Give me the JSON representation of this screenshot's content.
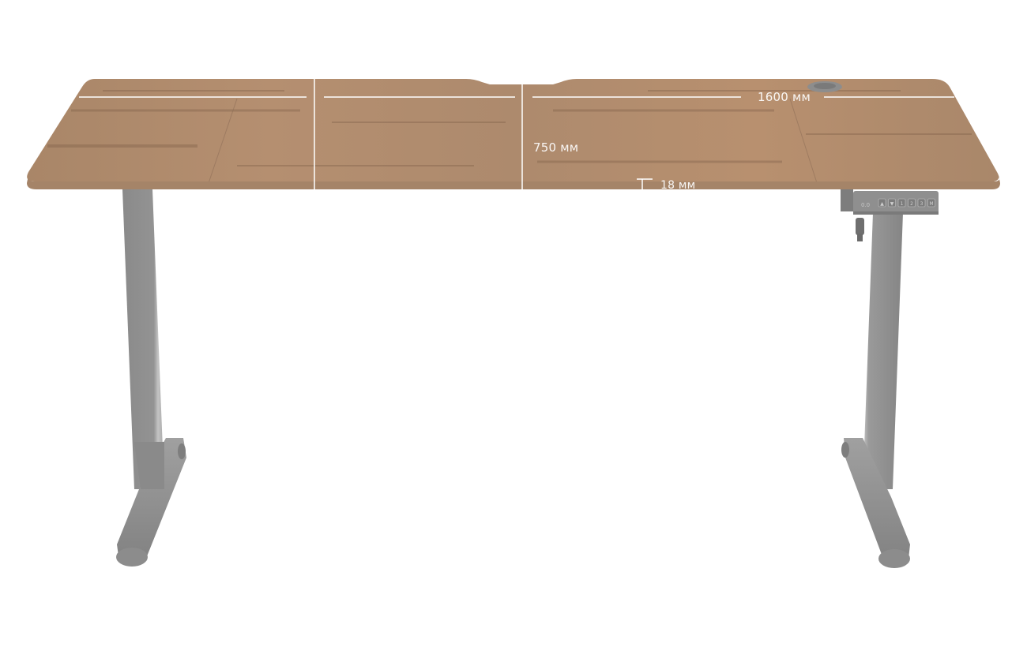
{
  "product": {
    "name": "Electric standing desk",
    "colors": {
      "tabletop": "#b08a6c",
      "tabletop_dark": "#8f6f58",
      "tabletop_edge": "#a58468",
      "frame": "#8e8e8e",
      "frame_dark": "#7a7a7a",
      "frame_light": "#b4b4b4",
      "dimension_line": "#ffffff"
    }
  },
  "dimensions": {
    "width": {
      "value": 1600,
      "unit": "мм",
      "label": "1600 мм"
    },
    "depth": {
      "value": 750,
      "unit": "мм",
      "label": "750 мм"
    },
    "thickness": {
      "value": 18,
      "unit": "мм",
      "label": "18 мм"
    }
  },
  "control_panel": {
    "display_text": "0.0",
    "buttons": [
      {
        "name": "up",
        "glyph": "▲"
      },
      {
        "name": "down",
        "glyph": "▼"
      },
      {
        "name": "preset-1",
        "glyph": "1"
      },
      {
        "name": "preset-2",
        "glyph": "2"
      },
      {
        "name": "preset-3",
        "glyph": "3"
      },
      {
        "name": "memory",
        "glyph": "M"
      }
    ]
  }
}
